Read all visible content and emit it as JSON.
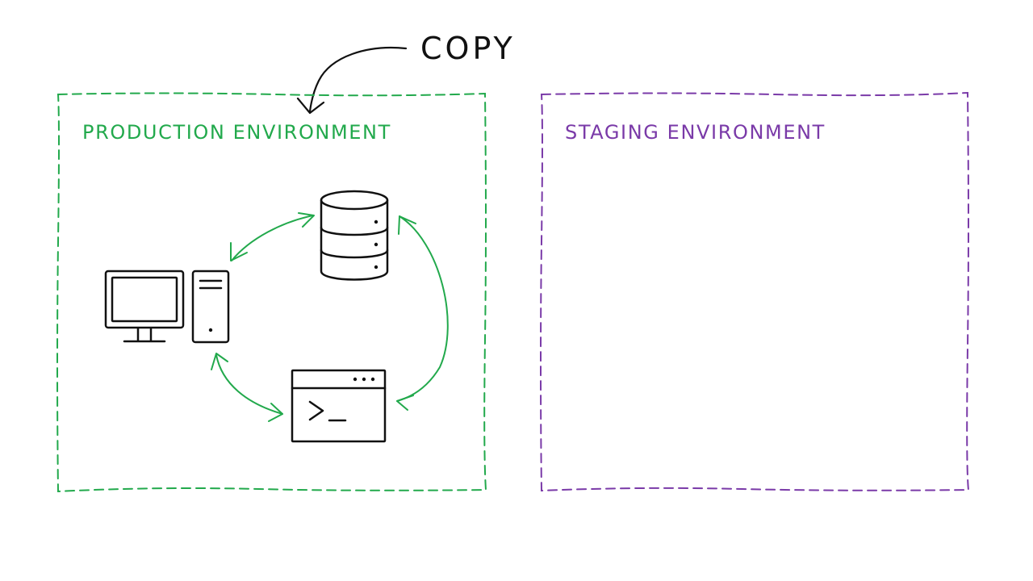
{
  "copy_label": "COPY",
  "production": {
    "title": "PRODUCTION ENVIRONMENT"
  },
  "staging": {
    "title": "STAGING ENVIRONMENT"
  },
  "colors": {
    "ink": "#111111",
    "production": "#22a94c",
    "staging": "#7a3aa8",
    "background": "#ffffff"
  },
  "icons": [
    "desktop-computer-icon",
    "database-icon",
    "terminal-window-icon"
  ]
}
